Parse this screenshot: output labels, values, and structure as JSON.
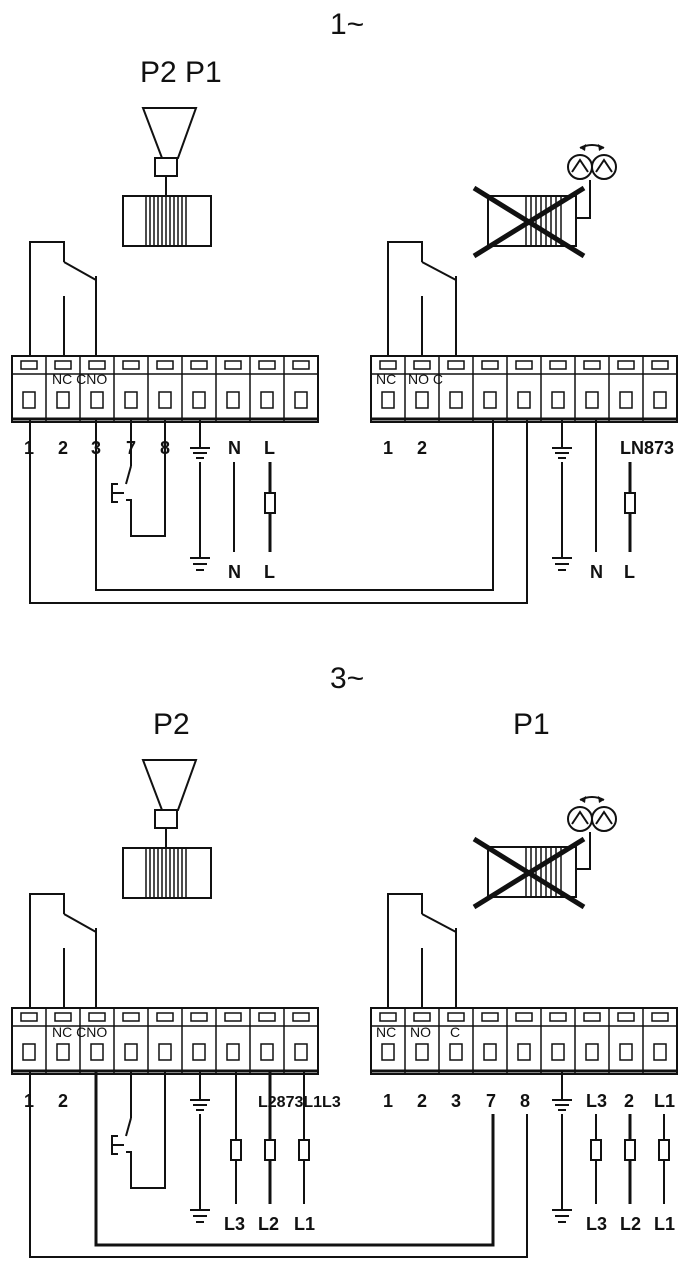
{
  "sections": [
    {
      "title": "1~",
      "left_pump_labels": "P2 P1",
      "right_pump_labels": "",
      "left_contacts": "NC CNO",
      "right_contacts": [
        "NC",
        "NO C",
        ""
      ],
      "left_terminals": [
        "1",
        "2",
        "3",
        "7",
        "8",
        "⏚",
        "N",
        "L"
      ],
      "right_terminals": [
        "1",
        "2",
        "",
        "",
        "",
        "⏚",
        "",
        "LN873"
      ],
      "left_supply": [
        "⏚",
        "N",
        "L"
      ],
      "right_supply": [
        "⏚",
        "N",
        "L"
      ]
    },
    {
      "title": "3~",
      "left_pump_labels": "P2",
      "right_pump_labels": "P1",
      "left_contacts": "NC CNO",
      "right_contacts": [
        "NC",
        "NO",
        "C"
      ],
      "left_terminals": [
        "1",
        "2",
        "",
        "",
        "",
        "⏚",
        "L2873L1L3"
      ],
      "right_terminals": [
        "1",
        "2",
        "3",
        "7",
        "8",
        "⏚",
        "L3",
        "2",
        "L1"
      ],
      "left_supply": [
        "⏚",
        "L3",
        "L2",
        "L1"
      ],
      "right_supply": [
        "⏚",
        "L3",
        "L2",
        "L1"
      ]
    }
  ]
}
